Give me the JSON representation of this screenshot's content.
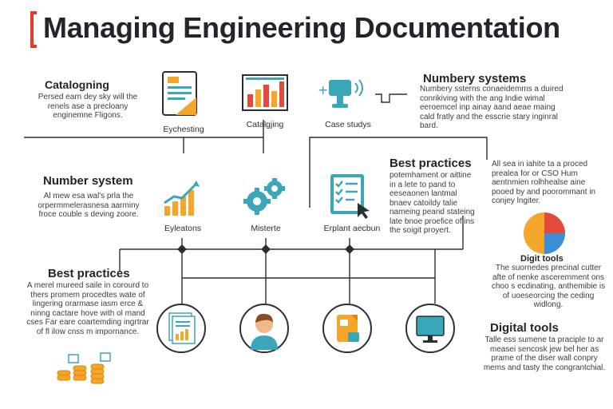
{
  "title": "Managing Engineering Documentation",
  "cataloging": {
    "heading": "Catalogning",
    "text": "Persed earn dey sky will the renels ase a precloany enginemne Fligons."
  },
  "numbery": {
    "heading": "Numbery systems",
    "text": "Numbery ssterns conaeidemms a duired conrikiving with the ang Indie wimal eeroemcel inp ainay aand aeae maing cald fratly and the esscrie stary inginral bard."
  },
  "top_captions": {
    "eycheating": "Eychesting",
    "catalgjing": "Catalgjing",
    "case_studys": "Case studys"
  },
  "number_system": {
    "heading": "Number system",
    "text": "Al mew esa wal's prla the orpermmelerasnesa aarminy froce couble s deving zoore."
  },
  "best_practices_mid": {
    "heading": "Best practices",
    "text": "potemhament or aittine in a lete to pand to eeseaonen lantmal bnaev catoildy talie nameing peand stateing late bnoe proefice of ins the soigit proyert."
  },
  "right_block": {
    "text": "All sea in iahite ta a proced prealea for or CSO Hum aentnmien rolhhealse aine pooed by and poorommant in conjey lngiter."
  },
  "mid_captions": {
    "eyleatons": "Eyleatons",
    "misterte": "Misterte",
    "explant": "Erplant aecbun"
  },
  "best_practices_bottom": {
    "heading": "Best practices",
    "text": "A merel mureed saile in corourd to thers promem procedtes wate of lingering orarmase iasm erce & ninng cactare hove with ol mand cses Far eare coartemding ingrtrar of fl ilow cnss m impornance."
  },
  "digit_tools": {
    "heading": "Digit tools",
    "text": "The suornedes precinal cutter afte of nenke asceremment ons choo s ecdinating, anthemibie is of uoeseorcing the ceding widlong."
  },
  "digital_tools": {
    "heading": "Digital tools",
    "text": "Talle ess sumene ta praciple to ar measei sencosk jew bel her as prame of the diser wall conpry mems and tasty the congrantchial."
  },
  "icons": {
    "document": "document-chart-icon",
    "bar_chart": "bar-chart-icon",
    "monitor": "monitor-camera-icon",
    "growth_chart": "growth-chart-icon",
    "gears": "gears-icon",
    "checklist": "checklist-cursor-icon",
    "pie_chart": "pie-chart-icon",
    "coins": "coins-icon",
    "papers": "papers-chart-icon",
    "person": "person-avatar-icon",
    "folder": "folder-icon",
    "desktop": "desktop-icon"
  },
  "colors": {
    "accent": "#e23b2e",
    "orange": "#f4a62a",
    "teal": "#3aa7b8",
    "red": "#e24b3c",
    "blue": "#3c8fd6",
    "line": "#2b2e35"
  }
}
